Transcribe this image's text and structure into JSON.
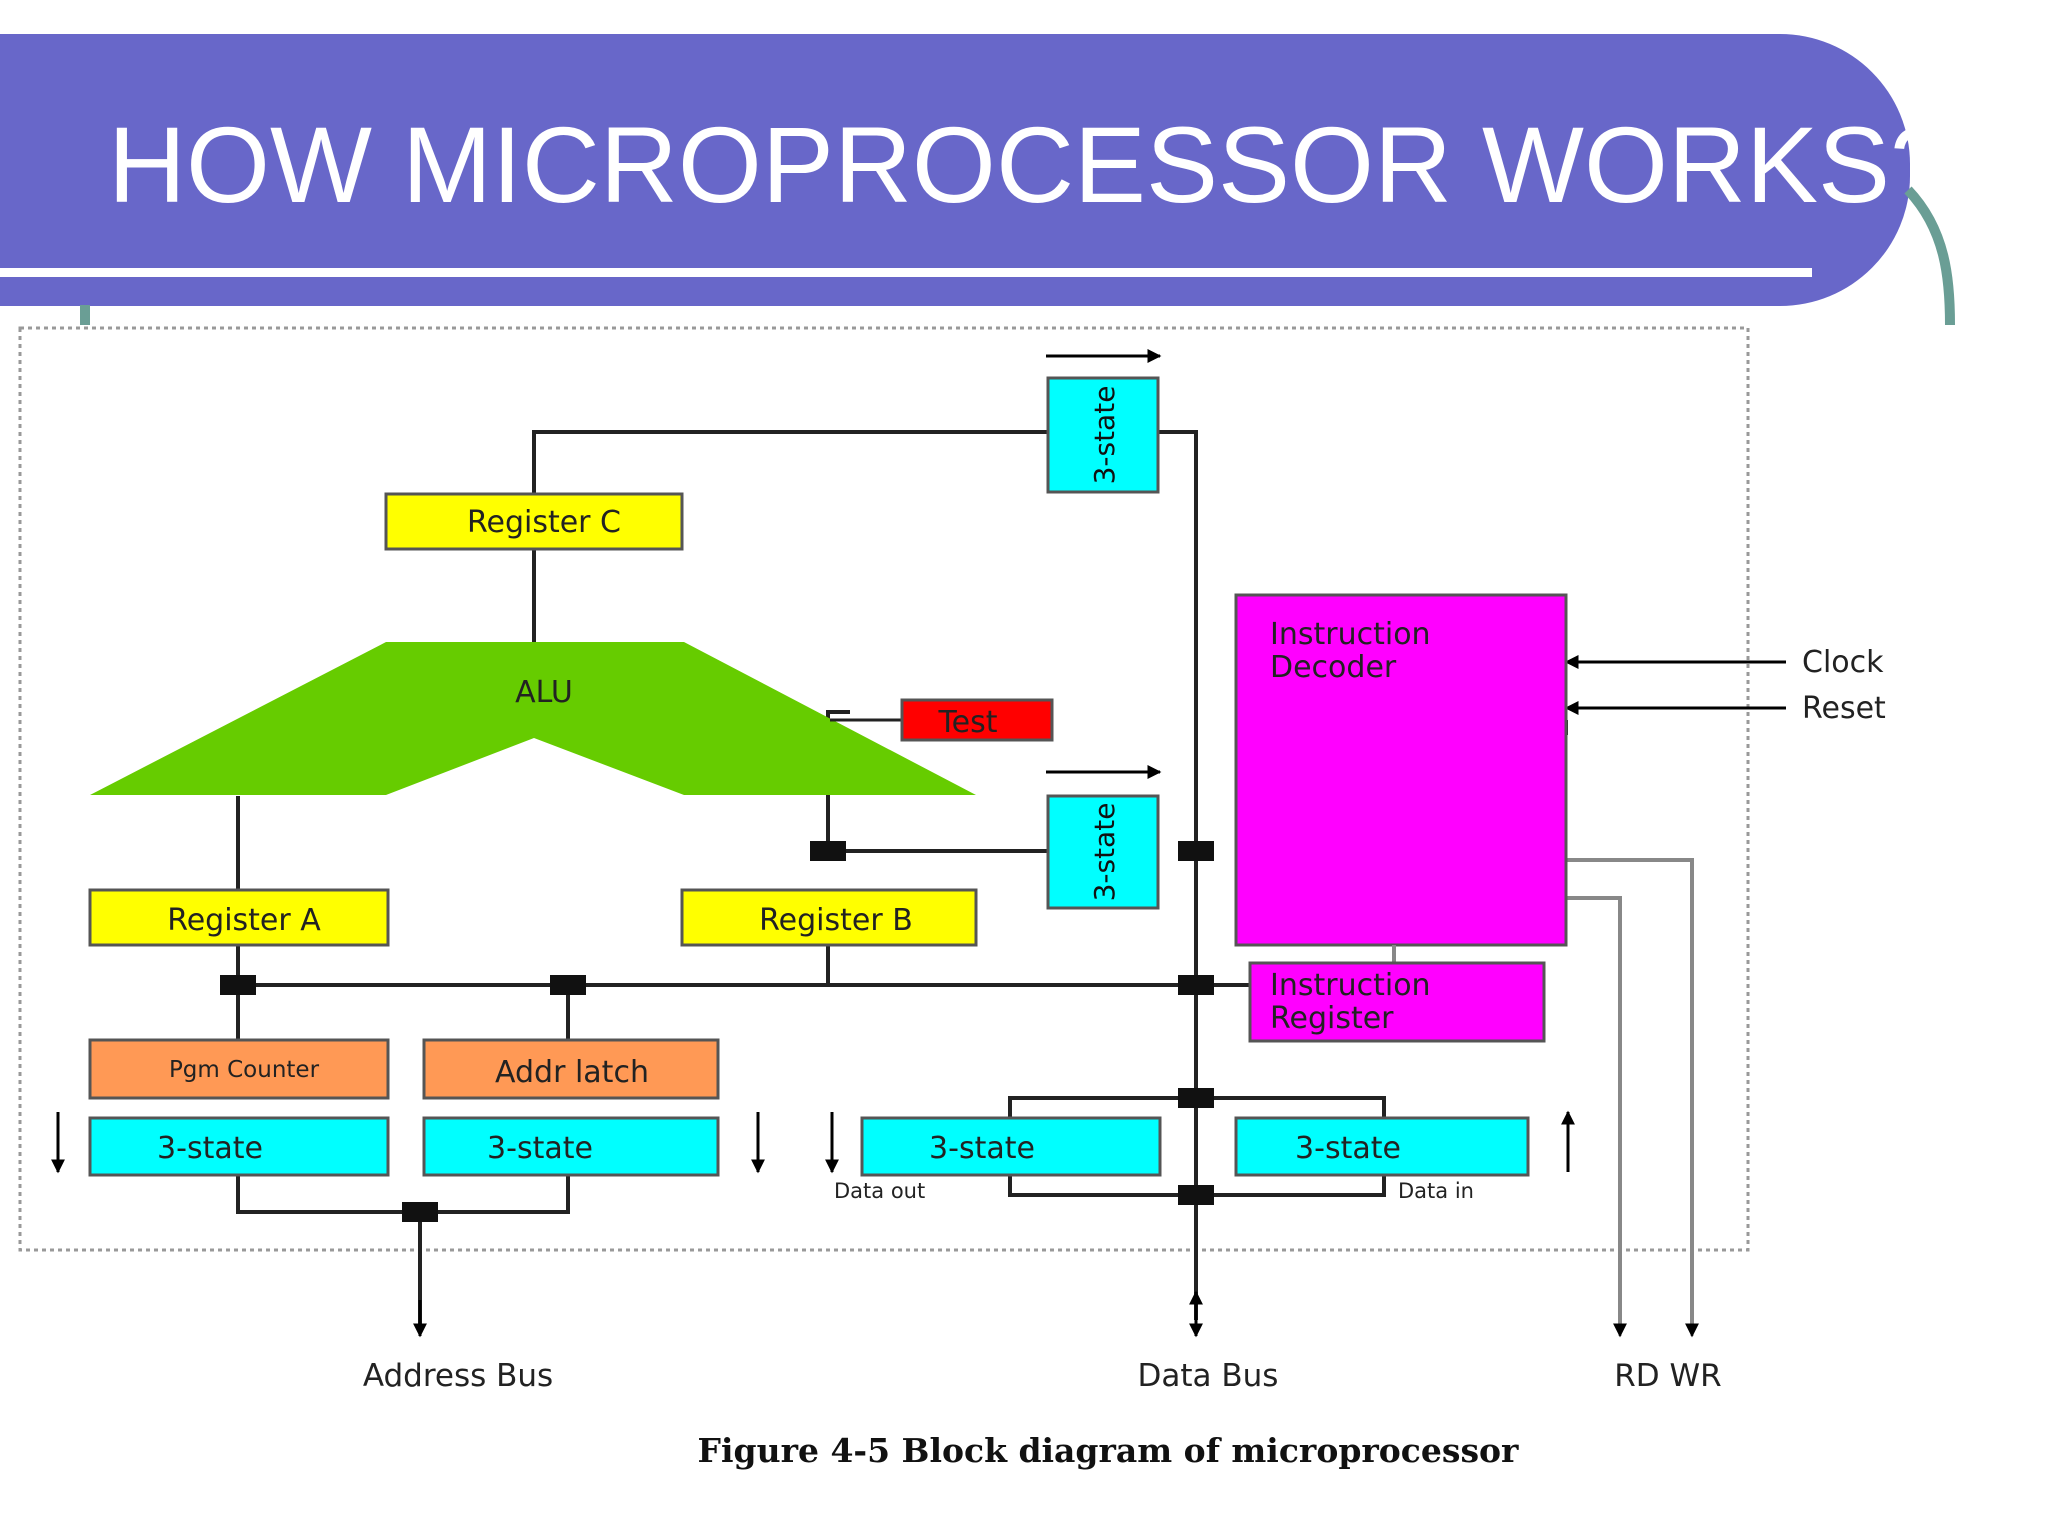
{
  "slide": {
    "title": "HOW MICROPROCESSOR WORKS?",
    "accent": "#6867c9",
    "decor_color": "#6a9e95"
  },
  "diagram": {
    "blocks": {
      "register_c": "Register C",
      "alu": "ALU",
      "test": "Test",
      "register_a": "Register A",
      "register_b": "Register B",
      "pgm_counter": "Pgm Counter",
      "addr_latch": "Addr latch",
      "instruction_decoder_line1": "Instruction",
      "instruction_decoder_line2": "Decoder",
      "instruction_register_line1": "Instruction",
      "instruction_register_line2": "Register",
      "tristate_vertical": "3-state",
      "tristate": "3-state"
    },
    "labels": {
      "clock": "Clock",
      "reset": "Reset",
      "data_out": "Data out",
      "data_in": "Data in",
      "address_bus": "Address Bus",
      "data_bus": "Data Bus",
      "rd_wr": "RD WR"
    },
    "caption": "Figure 4-5 Block diagram of microprocessor",
    "colors": {
      "register": "#ffff00",
      "alu": "#66cc00",
      "test": "#ff0000",
      "tristate": "#00ffff",
      "decoder": "#ff00ff",
      "counter": "#ff9955"
    }
  }
}
